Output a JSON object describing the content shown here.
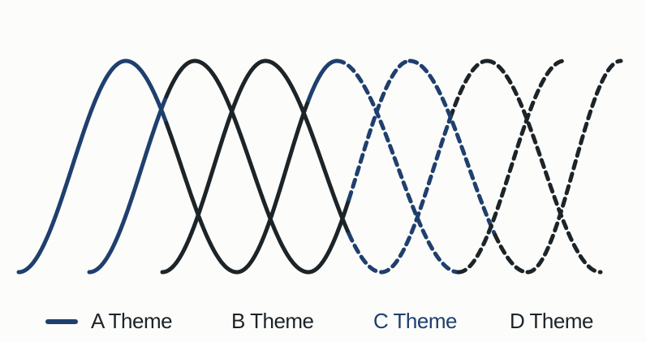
{
  "legend": {
    "items": [
      {
        "label": "A Theme",
        "color": "#1c2428"
      },
      {
        "label": "B Theme",
        "color": "#1c2428"
      },
      {
        "label": "C Theme",
        "color": "#1f3f6e"
      },
      {
        "label": "D Theme",
        "color": "#1c2428"
      }
    ],
    "swatch_color": "#1f3f6e"
  },
  "colors": {
    "blue": "#1f3f6e",
    "black": "#1c2428",
    "background": "#fcfcfa"
  }
}
